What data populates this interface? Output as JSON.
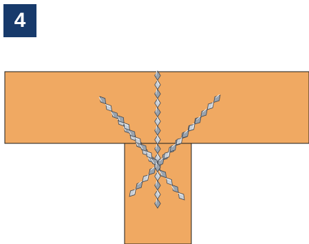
{
  "step": {
    "number": "4"
  },
  "colors": {
    "badge_background": "#173a6b",
    "badge_text": "#ffffff",
    "wood": "#f0a962",
    "outline": "#1a1a1a",
    "metal_dark": "#5b6470",
    "metal_light": "#dfe4ea"
  },
  "diagram": {
    "description_icons": [
      "horizontal-beam",
      "vertical-post",
      "twisted-fasteners"
    ]
  }
}
